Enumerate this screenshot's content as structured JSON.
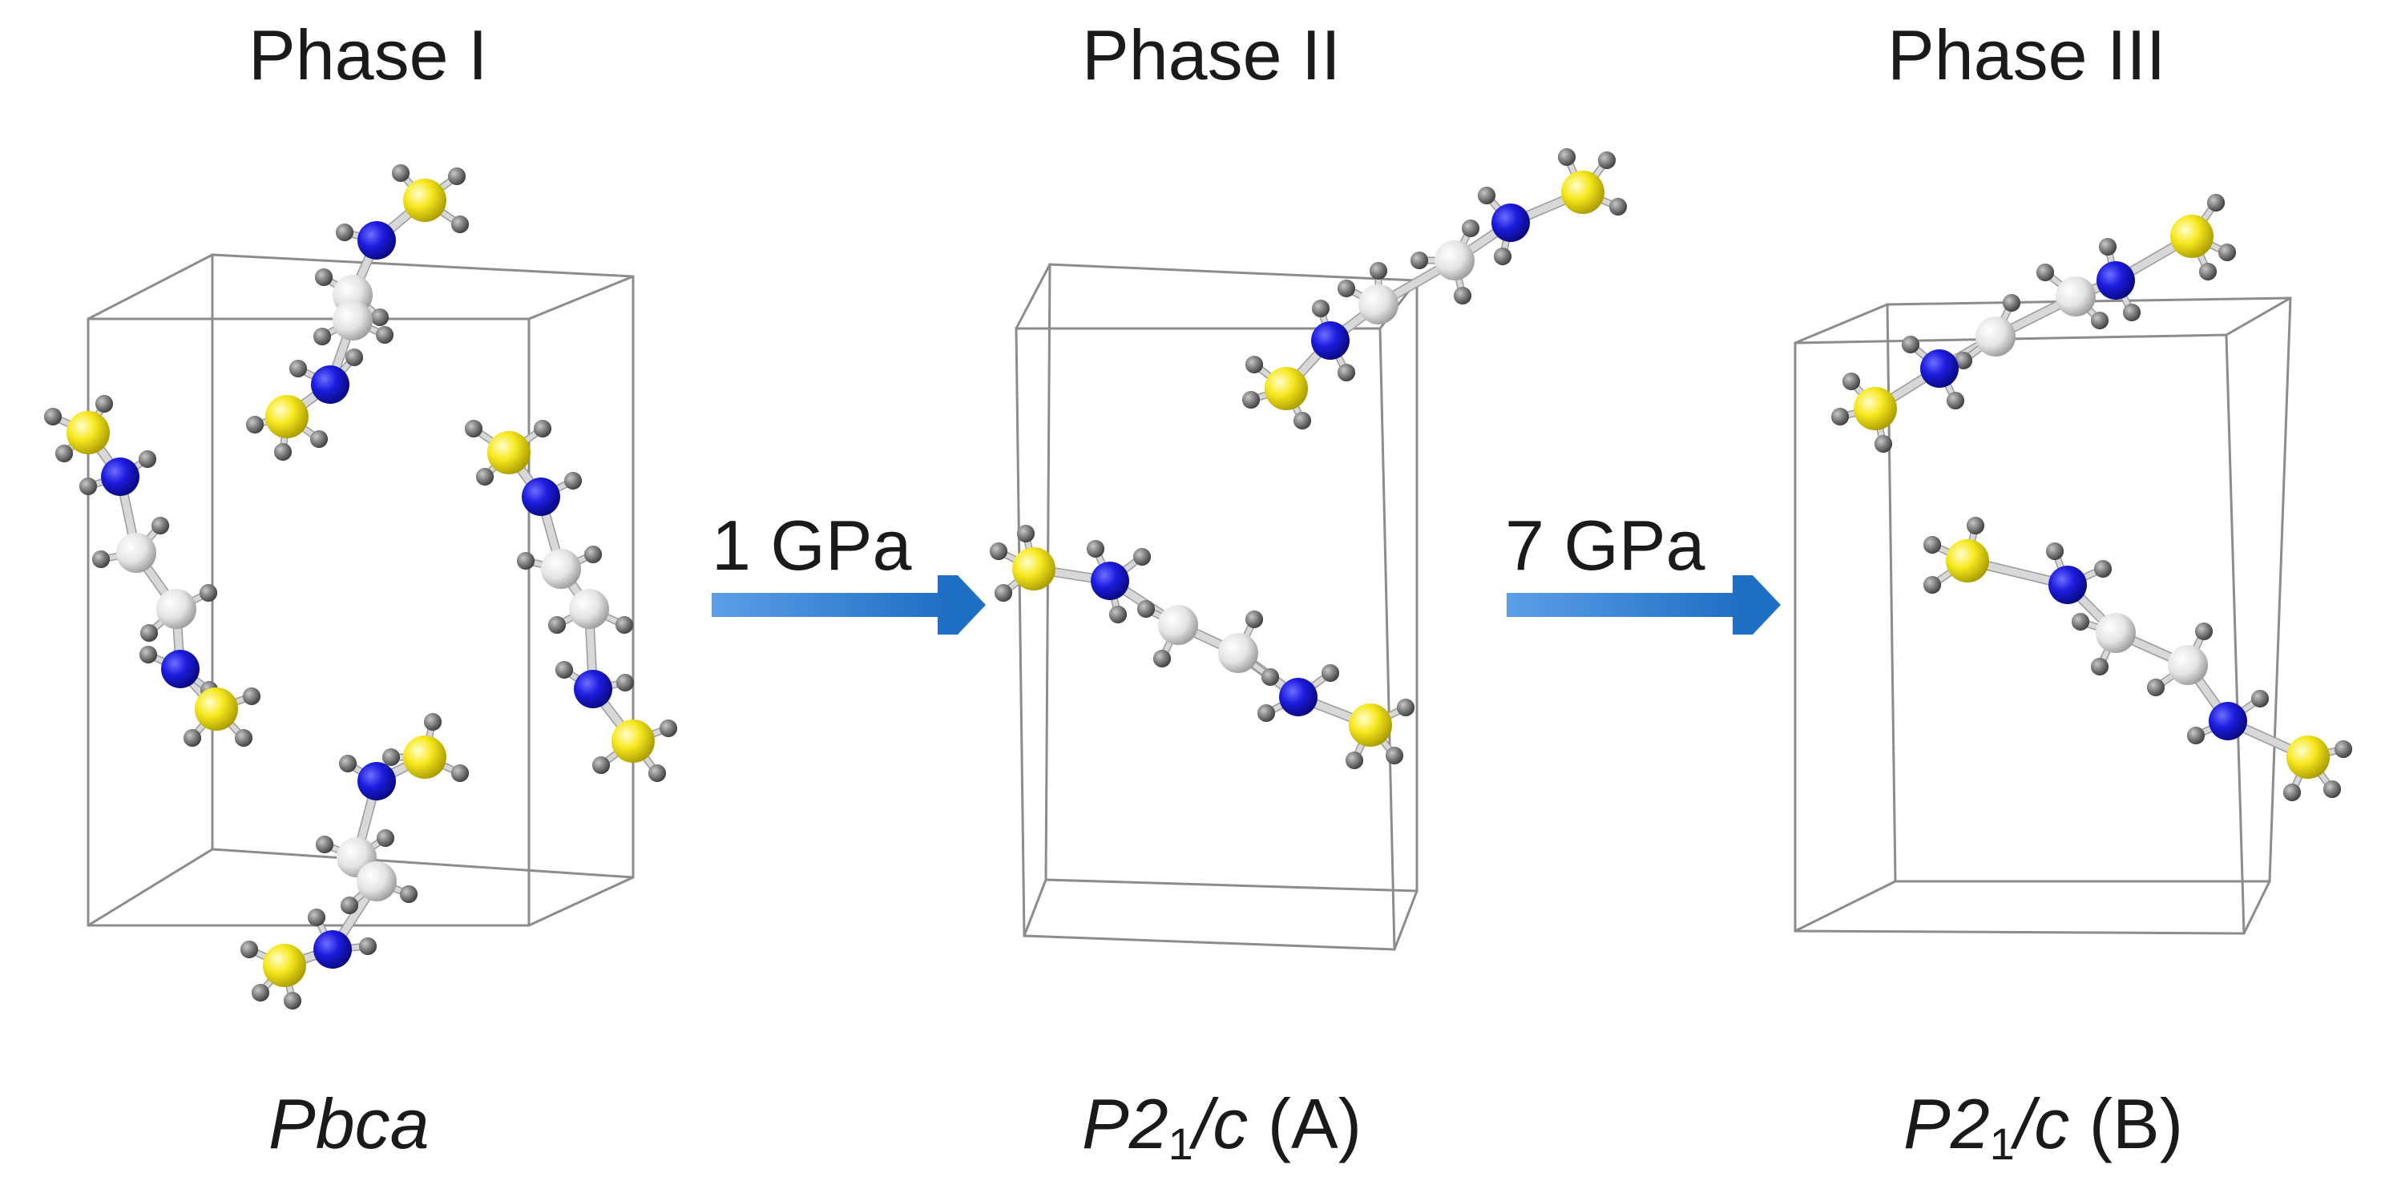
{
  "phases": [
    {
      "title": "Phase I",
      "space_group": {
        "italic": "Pbca",
        "sub": "",
        "italic2": "",
        "suffix": ""
      }
    },
    {
      "title": "Phase II",
      "space_group": {
        "italic": "P2",
        "sub": "1",
        "italic2": "/c",
        "suffix": " (A)"
      }
    },
    {
      "title": "Phase III",
      "space_group": {
        "italic": "P2",
        "sub": "1",
        "italic2": "/c",
        "suffix": " (B)"
      }
    }
  ],
  "transitions": [
    {
      "label": "1 GPa"
    },
    {
      "label": "7 GPa"
    }
  ],
  "colors": {
    "arrow": "#1f6fc4",
    "nitrogen": "#1414d9",
    "yellow_atom": "#ffee33",
    "carbon": "#e8e8e8",
    "hydrogen": "#7a7a7a",
    "cell_edge": "#8c8c8c"
  }
}
